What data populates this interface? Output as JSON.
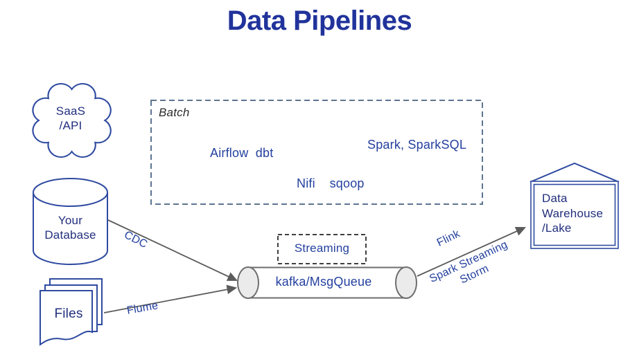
{
  "title": "Data Pipelines",
  "colors": {
    "title_blue": "#21339b",
    "outline_blue": "#2e4aa0",
    "shape_text_navy": "#222f7d",
    "label_blue": "#24409f",
    "batch_border": "#5c7490",
    "streaming_border": "#3f3f3f",
    "arrow_gray": "#5b5b5b",
    "cylinder_gray": "#6e6e6e",
    "cap_fill": "#ebebeb"
  },
  "sources": {
    "saas": "SaaS /API",
    "database": "Your Database",
    "files": "Files"
  },
  "batch": {
    "label": "Batch",
    "airflow_dbt": "Airflow  dbt",
    "spark": "Spark, SparkSQL",
    "nifi_sqoop": "Nifi    sqoop"
  },
  "streaming": {
    "label": "Streaming",
    "queue": "kafka/MsgQueue"
  },
  "arrows": {
    "cdc": "CDC",
    "flume": "Flume",
    "flink": "Flink",
    "spark_streaming": "Spark Streaming",
    "storm": "Storm"
  },
  "destination": {
    "warehouse": "Data Warehouse /Lake"
  }
}
